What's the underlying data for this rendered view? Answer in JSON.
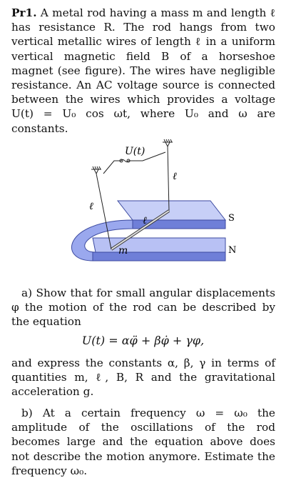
{
  "problem": {
    "label": "Pr1.",
    "intro": "A metal rod having a mass m and length ℓ has resistance R. The rod hangs from two vertical metallic wires of length ℓ in a uniform vertical magnetic field B of a horseshoe magnet (see figure). The wires have negligible resistance. An AC voltage source is connected between the wires which provides a voltage U(t) = U₀ cos ωt, where U₀ and ω are constants."
  },
  "figure": {
    "voltage_label": "U(t)",
    "wire_label_left": "ℓ",
    "wire_label_right": "ℓ",
    "rod_label": "ℓ",
    "mass_label": "m",
    "pole_s": "S",
    "pole_n": "N"
  },
  "part_a": {
    "text": "a) Show that for small angular displacements φ the motion of the rod can be described by the equation",
    "equation": "U(t) = αφ̈ + βφ̇ + γφ,",
    "after": "and express the constants α, β, γ in terms of quantities m, ℓ, B, R and the gravitational acceleration g."
  },
  "part_b": {
    "text": "b) At a certain frequency ω = ω₀ the amplitude of the oscillations of the rod becomes large and the equation above does not describe the motion anymore. Estimate the frequency ω₀."
  },
  "colors": {
    "magnet_fill": "#9aa8ee",
    "magnet_dark": "#6f7fd8",
    "magnet_edge": "#3c4aa0"
  }
}
